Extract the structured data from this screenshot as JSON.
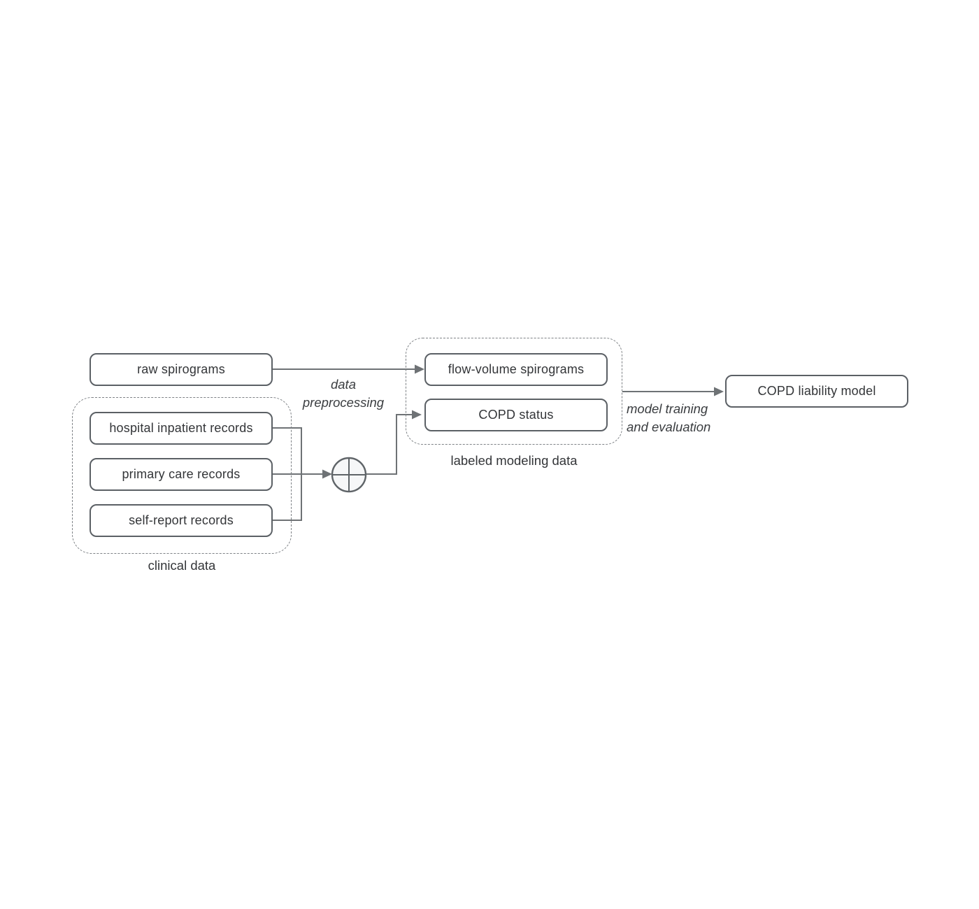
{
  "nodes": {
    "raw_spirograms": {
      "label": "raw spirograms"
    },
    "hospital_records": {
      "label": "hospital inpatient records"
    },
    "primary_care": {
      "label": "primary care records"
    },
    "self_report": {
      "label": "self-report records"
    },
    "flow_volume": {
      "label": "flow-volume spirograms"
    },
    "copd_status": {
      "label": "COPD status"
    },
    "liability_model": {
      "label": "COPD liability model"
    }
  },
  "groups": {
    "clinical_data": {
      "label": "clinical data"
    },
    "labeled_modeling_data": {
      "label": "labeled modeling data"
    }
  },
  "annotations": {
    "data_preprocessing": {
      "line1": "data",
      "line2": "preprocessing"
    },
    "model_training": {
      "line1": "model training",
      "line2": "and evaluation"
    }
  },
  "icons": {
    "merge_junction": "circled-plus merge junction"
  },
  "colors": {
    "box_border": "#5b6065",
    "dashed_border": "#7d8185",
    "connector": "#6e7275",
    "text": "#333538",
    "junction_fill": "#f6f7f8",
    "background": "#ffffff"
  }
}
